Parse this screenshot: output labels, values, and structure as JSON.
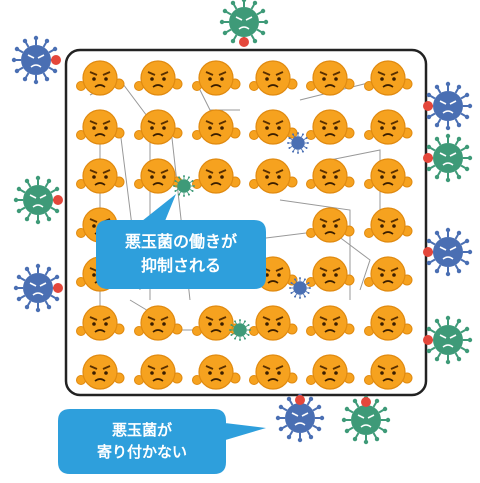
{
  "callout_top": {
    "line1": "悪玉菌の働きが",
    "line2": "抑制される"
  },
  "callout_bottom": {
    "line1": "悪玉菌が",
    "line2": "寄り付かない"
  },
  "colors": {
    "good_bacteria": "#f6a21f",
    "good_bacteria_outline": "#e08a10",
    "bad_blue": "#4a6fb3",
    "bad_green": "#3e9a78",
    "callout_fill": "#2e9fdc",
    "frame_stroke": "#222222",
    "arm_red": "#e4473b"
  },
  "icons": [
    "good-bacteria-face-icon",
    "bad-bacteria-virus-icon"
  ]
}
